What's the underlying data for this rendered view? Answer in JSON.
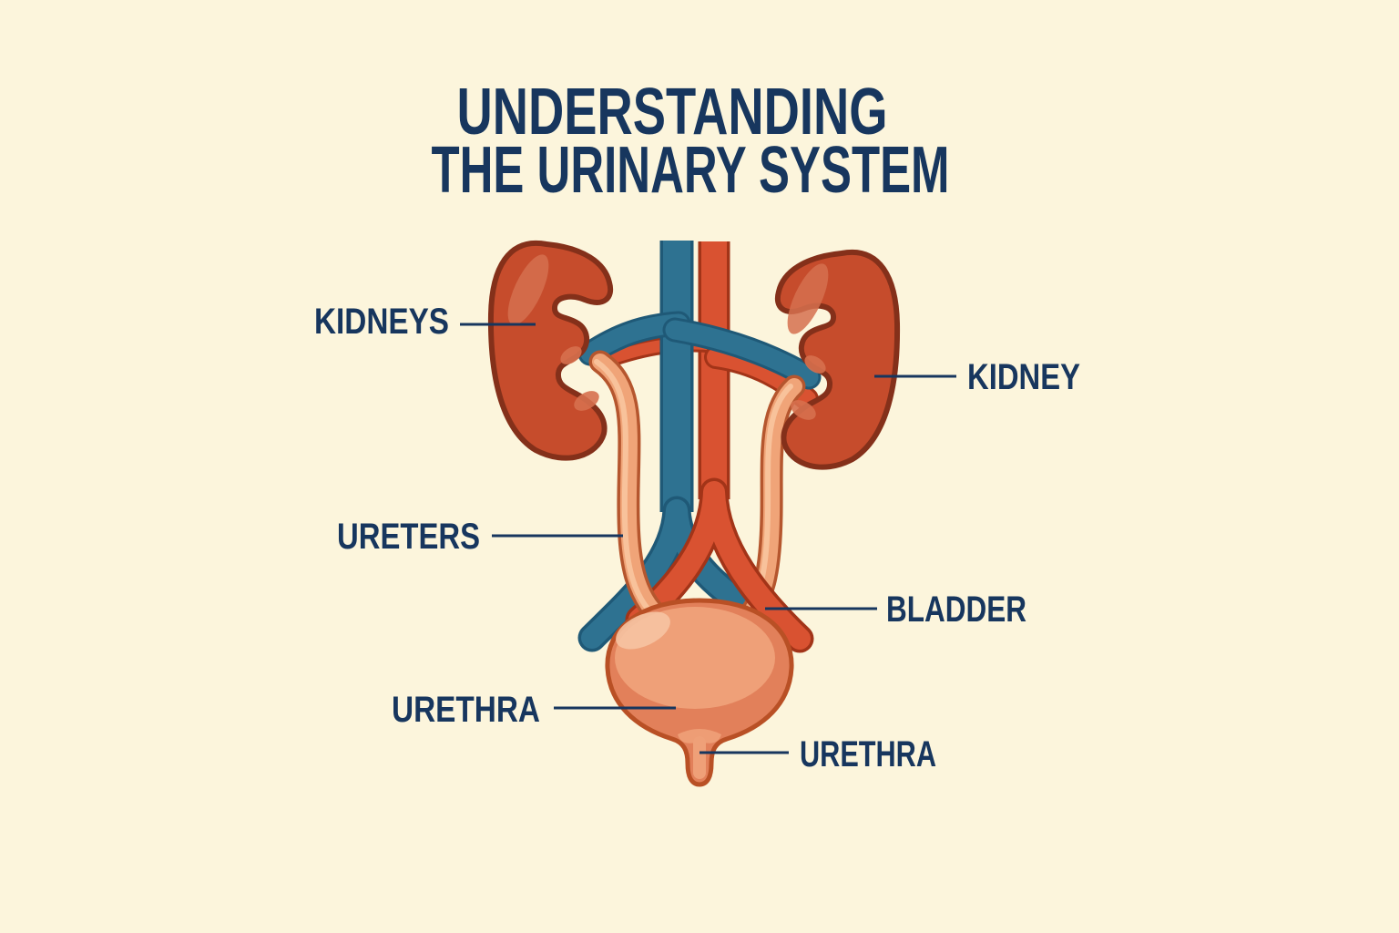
{
  "title": {
    "line1": "UNDERSTANDING",
    "line2": "THE URINARY SYSTEM"
  },
  "labels": {
    "kidneys": "KIDNEYS",
    "kidney": "KIDNEY",
    "ureters": "URETERS",
    "bladder": "BLADDER",
    "urethra_left": "URETHRA",
    "urethra_right": "URETHRA"
  },
  "colors": {
    "background": "#fcf5dc",
    "ink": "#17365e",
    "kidney": "#c64c2c",
    "kidney-outline": "#84301a",
    "kidney-highlight": "#d5704f",
    "kidney-hilum": "#d6704e",
    "vein": "#2e7291",
    "vein-outline": "#1f5977",
    "artery": "#d95231",
    "artery-outline": "#a23418",
    "ureter": "#f0a478",
    "ureter-outline": "#b5562e",
    "ureter-highlight": "#f8c29b",
    "bladder": "#e2805a",
    "bladder-outline": "#b95025",
    "bladder-inner": "#efa078",
    "bladder-highlight": "#f6c3a2"
  }
}
